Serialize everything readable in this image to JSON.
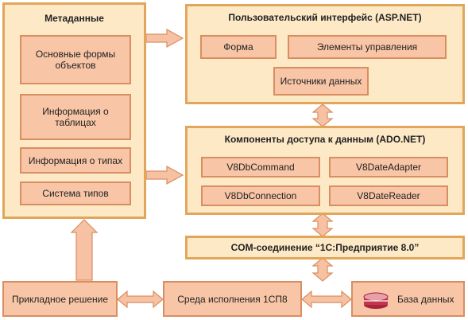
{
  "metadata": {
    "title": "Метаданные",
    "items": [
      "Основные формы объектов",
      "Информация о таблицах",
      "Информация о типах",
      "Система типов"
    ]
  },
  "ui": {
    "title": "Пользовательский интерфейс (ASP.NET)",
    "form": "Форма",
    "controls": "Элементы управления",
    "datasources": "Источники данных"
  },
  "ado": {
    "title": "Компоненты доступа к данным (ADO.NET)",
    "items": [
      "V8DbCommand",
      "V8DateAdapter",
      "V8DbConnection",
      "V8DateReader"
    ]
  },
  "com": {
    "label": "COM-соединение “1С:Предприятие 8.0”"
  },
  "bottom": {
    "app_solution": "Прикладное решение",
    "runtime": "Среда исполнения 1СП8",
    "database": "База данных",
    "database_icon": "database-icon"
  }
}
